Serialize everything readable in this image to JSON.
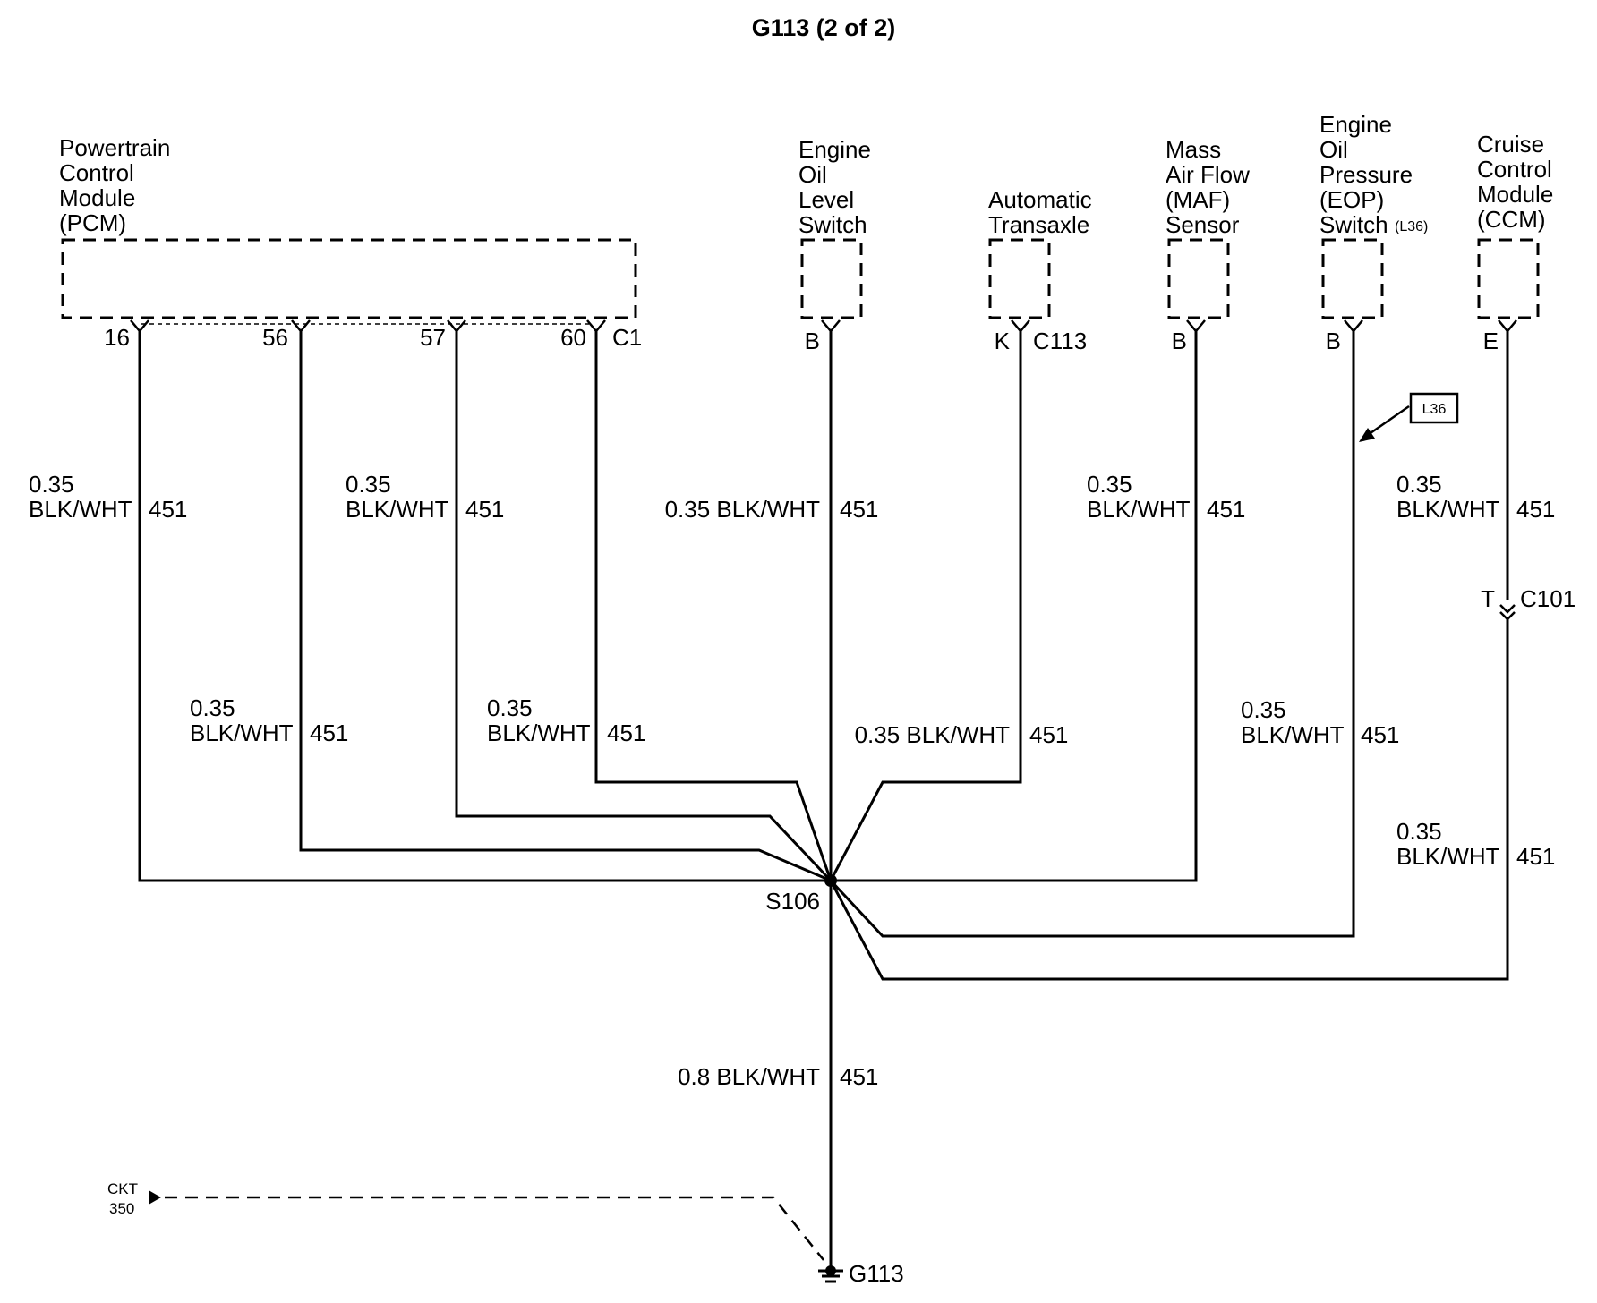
{
  "title": "G113 (2 of 2)",
  "components": {
    "pcm": [
      "Powertrain",
      "Control",
      "Module",
      "(PCM)"
    ],
    "oil_level": [
      "Engine",
      "Oil",
      "Level",
      "Switch"
    ],
    "transaxle": [
      "Automatic",
      "Transaxle"
    ],
    "maf": [
      "Mass",
      "Air Flow",
      "(MAF)",
      "Sensor"
    ],
    "eop": [
      "Engine",
      "Oil",
      "Pressure",
      "(EOP)",
      "Switch"
    ],
    "eop_note": "(L36)",
    "ccm": [
      "Cruise",
      "Control",
      "Module",
      "(CCM)"
    ]
  },
  "pins": {
    "pcm_16": "16",
    "pcm_56": "56",
    "pcm_57": "57",
    "pcm_60": "60",
    "pcm_connector": "C1",
    "oil_level": "B",
    "transaxle": "K",
    "transaxle_connector": "C113",
    "maf": "B",
    "eop": "B",
    "ccm": "E",
    "ccm_inline": "T",
    "ccm_inline_connector": "C101"
  },
  "wires": {
    "gauge": "0.35",
    "color": "BLK/WHT",
    "circuit": "451",
    "gauge_color_inline": "0.35 BLK/WHT",
    "ground_wire": "0.8 BLK/WHT"
  },
  "splice": "S106",
  "ground": "G113",
  "option_tag": "L36",
  "ckt_ref": [
    "CKT",
    "350"
  ]
}
